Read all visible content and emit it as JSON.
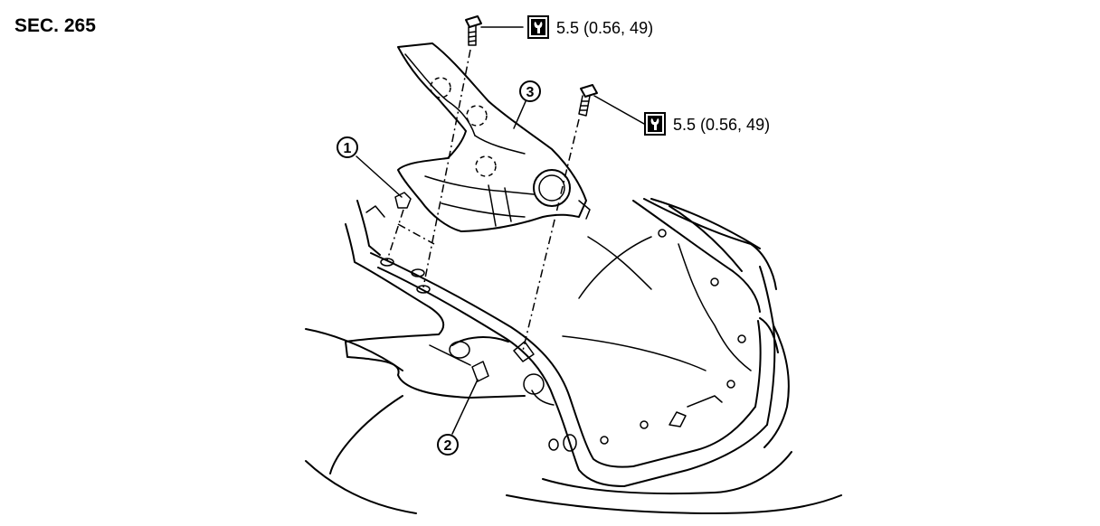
{
  "section_label": "SEC. 265",
  "torque_callouts": [
    {
      "value": "5.5 (0.56, 49)"
    },
    {
      "value": "5.5 (0.56, 49)"
    }
  ],
  "part_callouts": [
    {
      "number": "1"
    },
    {
      "number": "2"
    },
    {
      "number": "3"
    }
  ],
  "colors": {
    "line": "#000000",
    "background": "#ffffff"
  },
  "icons": [
    "torque-wrench-icon"
  ]
}
